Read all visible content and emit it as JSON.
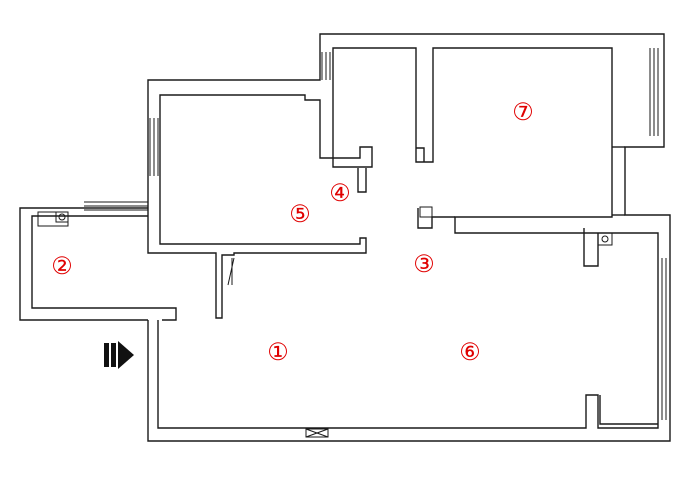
{
  "plan": {
    "label_color": "#e00000",
    "wall_color": "#1a1a1a",
    "rooms": [
      {
        "id": "room-1",
        "label": "①"
      },
      {
        "id": "room-2",
        "label": "②"
      },
      {
        "id": "room-3",
        "label": "③"
      },
      {
        "id": "room-4",
        "label": "④"
      },
      {
        "id": "room-5",
        "label": "⑤"
      },
      {
        "id": "room-6",
        "label": "⑥"
      },
      {
        "id": "room-7",
        "label": "⑦"
      }
    ],
    "entrance_icon": "entrance-arrow-icon"
  }
}
